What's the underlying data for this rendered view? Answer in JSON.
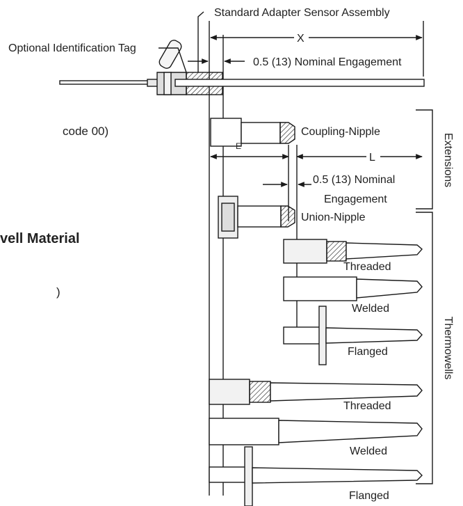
{
  "labels": {
    "standard_adapter": "Standard Adapter Sensor Assembly",
    "optional_tag": "Optional Identification Tag",
    "x_dim": "X",
    "nominal_top": "0.5 (13) Nominal Engagement",
    "coupling_nipple": "Coupling-Nipple",
    "e_dim": "E",
    "l_dim": "L",
    "nominal_mid_line1": "0.5 (13) Nominal",
    "nominal_mid_line2": "Engagement",
    "union_nipple": "Union-Nipple",
    "threaded_1": "Threaded",
    "welded_1": "Welded",
    "flanged_1": "Flanged",
    "threaded_2": "Threaded",
    "welded_2": "Welded",
    "flanged_2": "Flanged",
    "extensions": "Extensions",
    "thermowells": "Thermowells"
  },
  "left_text": {
    "code_fragment": "code 00)",
    "material_fragment": "vell Material",
    "paren_fragment": ")"
  },
  "colors": {
    "line": "#1a1a1a",
    "fill": "#ffffff"
  }
}
